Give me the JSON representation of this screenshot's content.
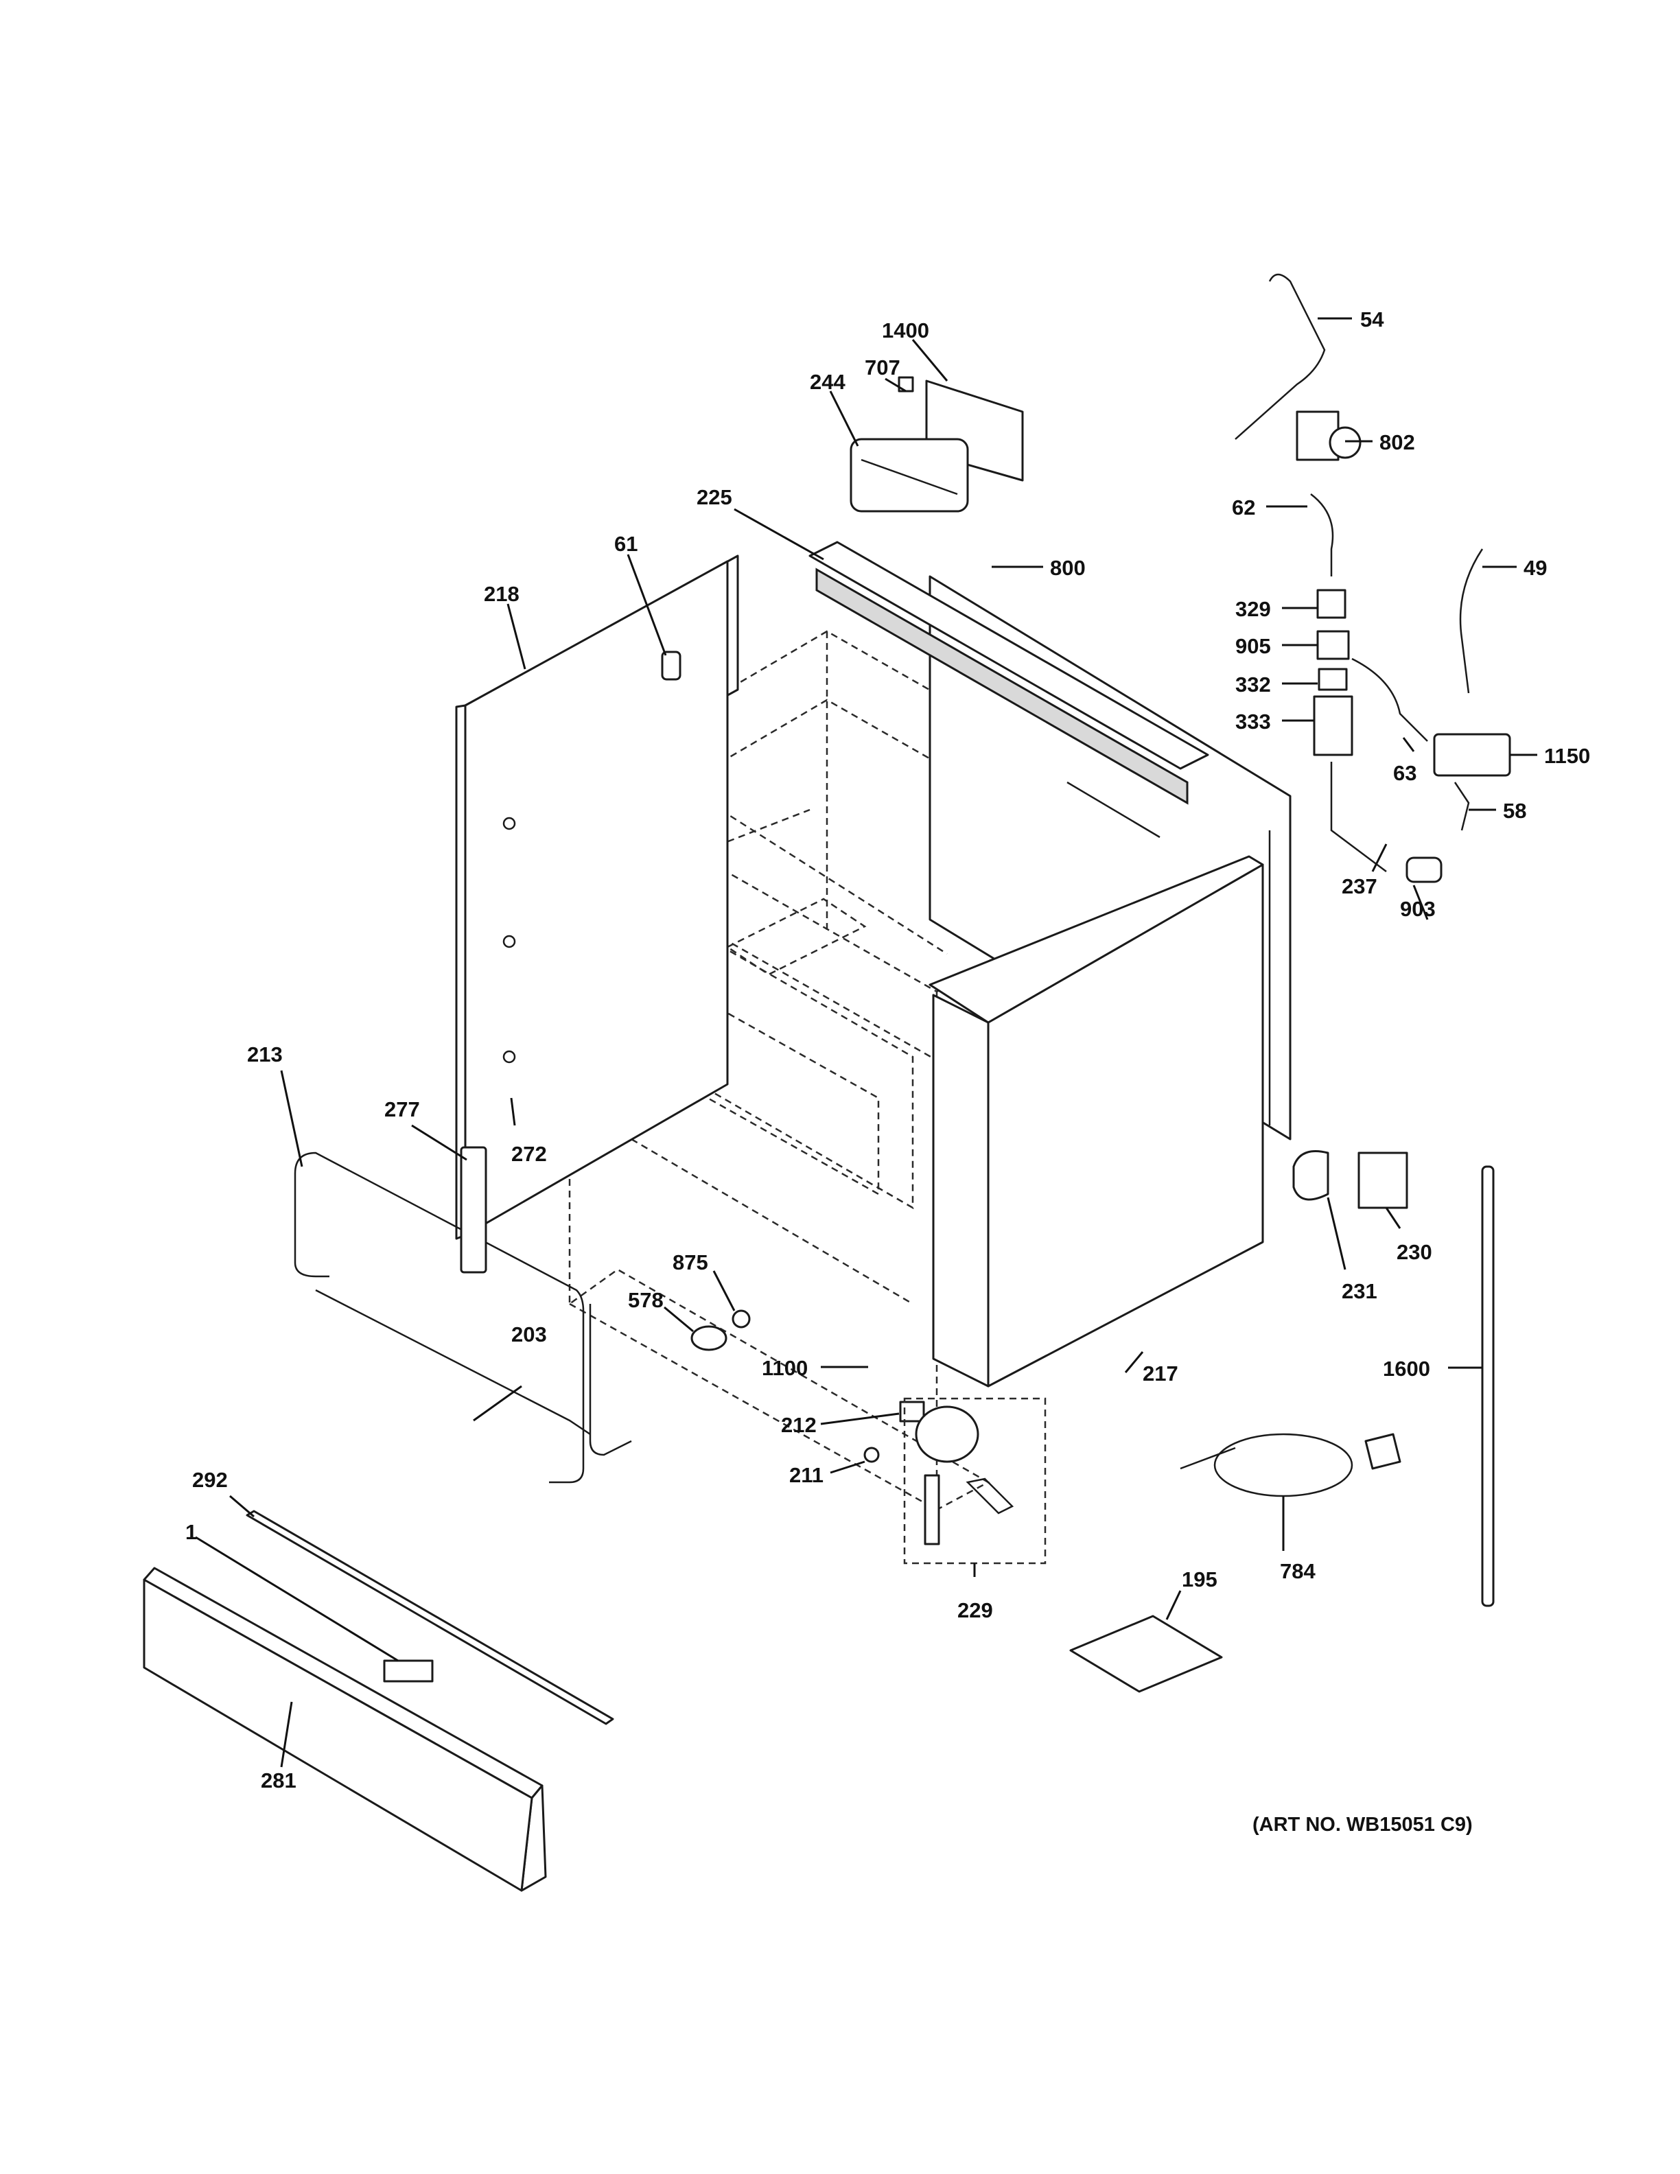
{
  "diagram": {
    "art_number": "(ART NO. WB15051 C9)",
    "parts": [
      {
        "id": "54",
        "label": "54"
      },
      {
        "id": "802",
        "label": "802"
      },
      {
        "id": "1400",
        "label": "1400"
      },
      {
        "id": "707",
        "label": "707"
      },
      {
        "id": "244",
        "label": "244"
      },
      {
        "id": "62",
        "label": "62"
      },
      {
        "id": "225",
        "label": "225"
      },
      {
        "id": "61",
        "label": "61"
      },
      {
        "id": "800",
        "label": "800"
      },
      {
        "id": "49",
        "label": "49"
      },
      {
        "id": "218",
        "label": "218"
      },
      {
        "id": "329",
        "label": "329"
      },
      {
        "id": "905",
        "label": "905"
      },
      {
        "id": "332",
        "label": "332"
      },
      {
        "id": "333",
        "label": "333"
      },
      {
        "id": "1150",
        "label": "1150"
      },
      {
        "id": "63",
        "label": "63"
      },
      {
        "id": "58",
        "label": "58"
      },
      {
        "id": "237",
        "label": "237"
      },
      {
        "id": "903",
        "label": "903"
      },
      {
        "id": "213",
        "label": "213"
      },
      {
        "id": "277",
        "label": "277"
      },
      {
        "id": "272",
        "label": "272"
      },
      {
        "id": "230",
        "label": "230"
      },
      {
        "id": "231",
        "label": "231"
      },
      {
        "id": "875",
        "label": "875"
      },
      {
        "id": "578",
        "label": "578"
      },
      {
        "id": "203",
        "label": "203"
      },
      {
        "id": "217",
        "label": "217"
      },
      {
        "id": "1100",
        "label": "1100"
      },
      {
        "id": "1600",
        "label": "1600"
      },
      {
        "id": "212",
        "label": "212"
      },
      {
        "id": "211",
        "label": "211"
      },
      {
        "id": "292",
        "label": "292"
      },
      {
        "id": "784",
        "label": "784"
      },
      {
        "id": "1",
        "label": "1"
      },
      {
        "id": "229",
        "label": "229"
      },
      {
        "id": "195",
        "label": "195"
      },
      {
        "id": "281",
        "label": "281"
      }
    ]
  }
}
